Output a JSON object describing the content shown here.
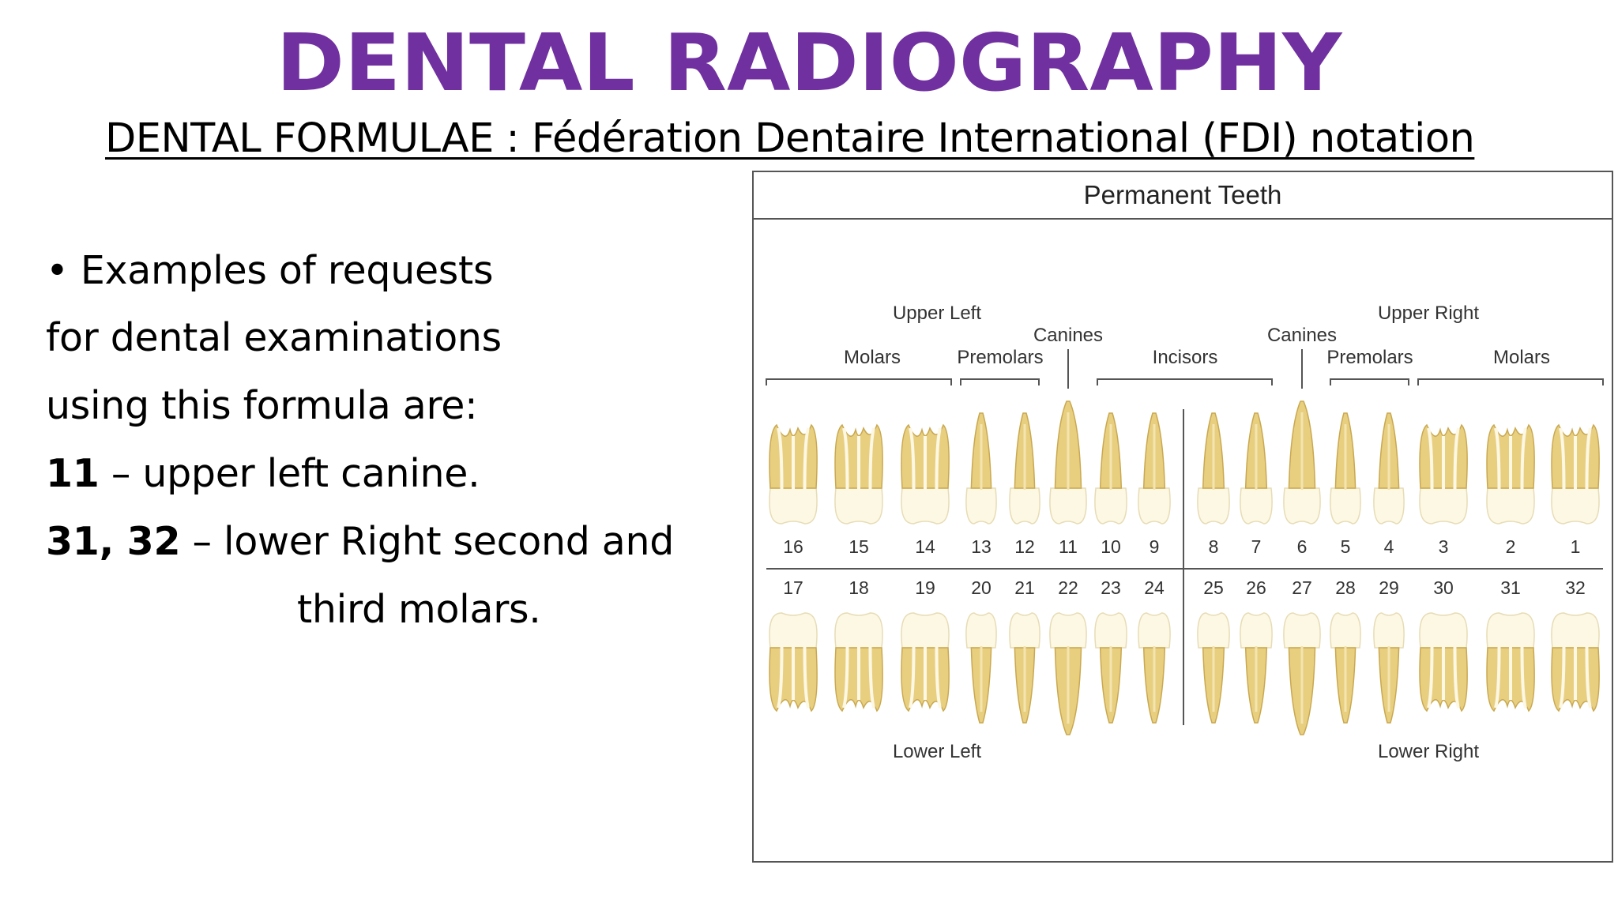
{
  "slide": {
    "title": "DENTAL RADIOGRAPHY",
    "subtitle": "DENTAL FORMULAE : Fédération Dentaire International (FDI) notation"
  },
  "body": {
    "bullet_symbol": "•",
    "line1": "Examples of requests",
    "line2": "for dental examinations",
    "line3": "using this formula are:",
    "ex1_num": "11",
    "ex1_text": " – upper left canine.",
    "ex2_num": "31, 32",
    "ex2_text": " – lower Right second and",
    "ex2_cont": "third molars."
  },
  "chart": {
    "title": "Permanent Teeth",
    "upper_left": "Upper Left",
    "upper_right": "Upper Right",
    "lower_left": "Lower Left",
    "lower_right": "Lower Right",
    "canines_left": "Canines",
    "canines_right": "Canines",
    "molars_left": "Molars",
    "premolars_left": "Premolars",
    "incisors": "Incisors",
    "premolars_right": "Premolars",
    "molars_right": "Molars",
    "upper_numbers": [
      "16",
      "15",
      "14",
      "13",
      "12",
      "11",
      "10",
      "9",
      "8",
      "7",
      "6",
      "5",
      "4",
      "3",
      "2",
      "1"
    ],
    "lower_numbers": [
      "17",
      "18",
      "19",
      "20",
      "21",
      "22",
      "23",
      "24",
      "25",
      "26",
      "27",
      "28",
      "29",
      "30",
      "31",
      "32"
    ],
    "tooth_types": [
      "molar",
      "molar",
      "molar",
      "premolar",
      "premolar",
      "canine",
      "incisor",
      "incisor",
      "incisor",
      "incisor",
      "canine",
      "premolar",
      "premolar",
      "molar",
      "molar",
      "molar"
    ],
    "colors": {
      "crown": "#fdf8e4",
      "root": "#e8cf80",
      "root_edge": "#c9a850",
      "line": "#555555"
    }
  }
}
